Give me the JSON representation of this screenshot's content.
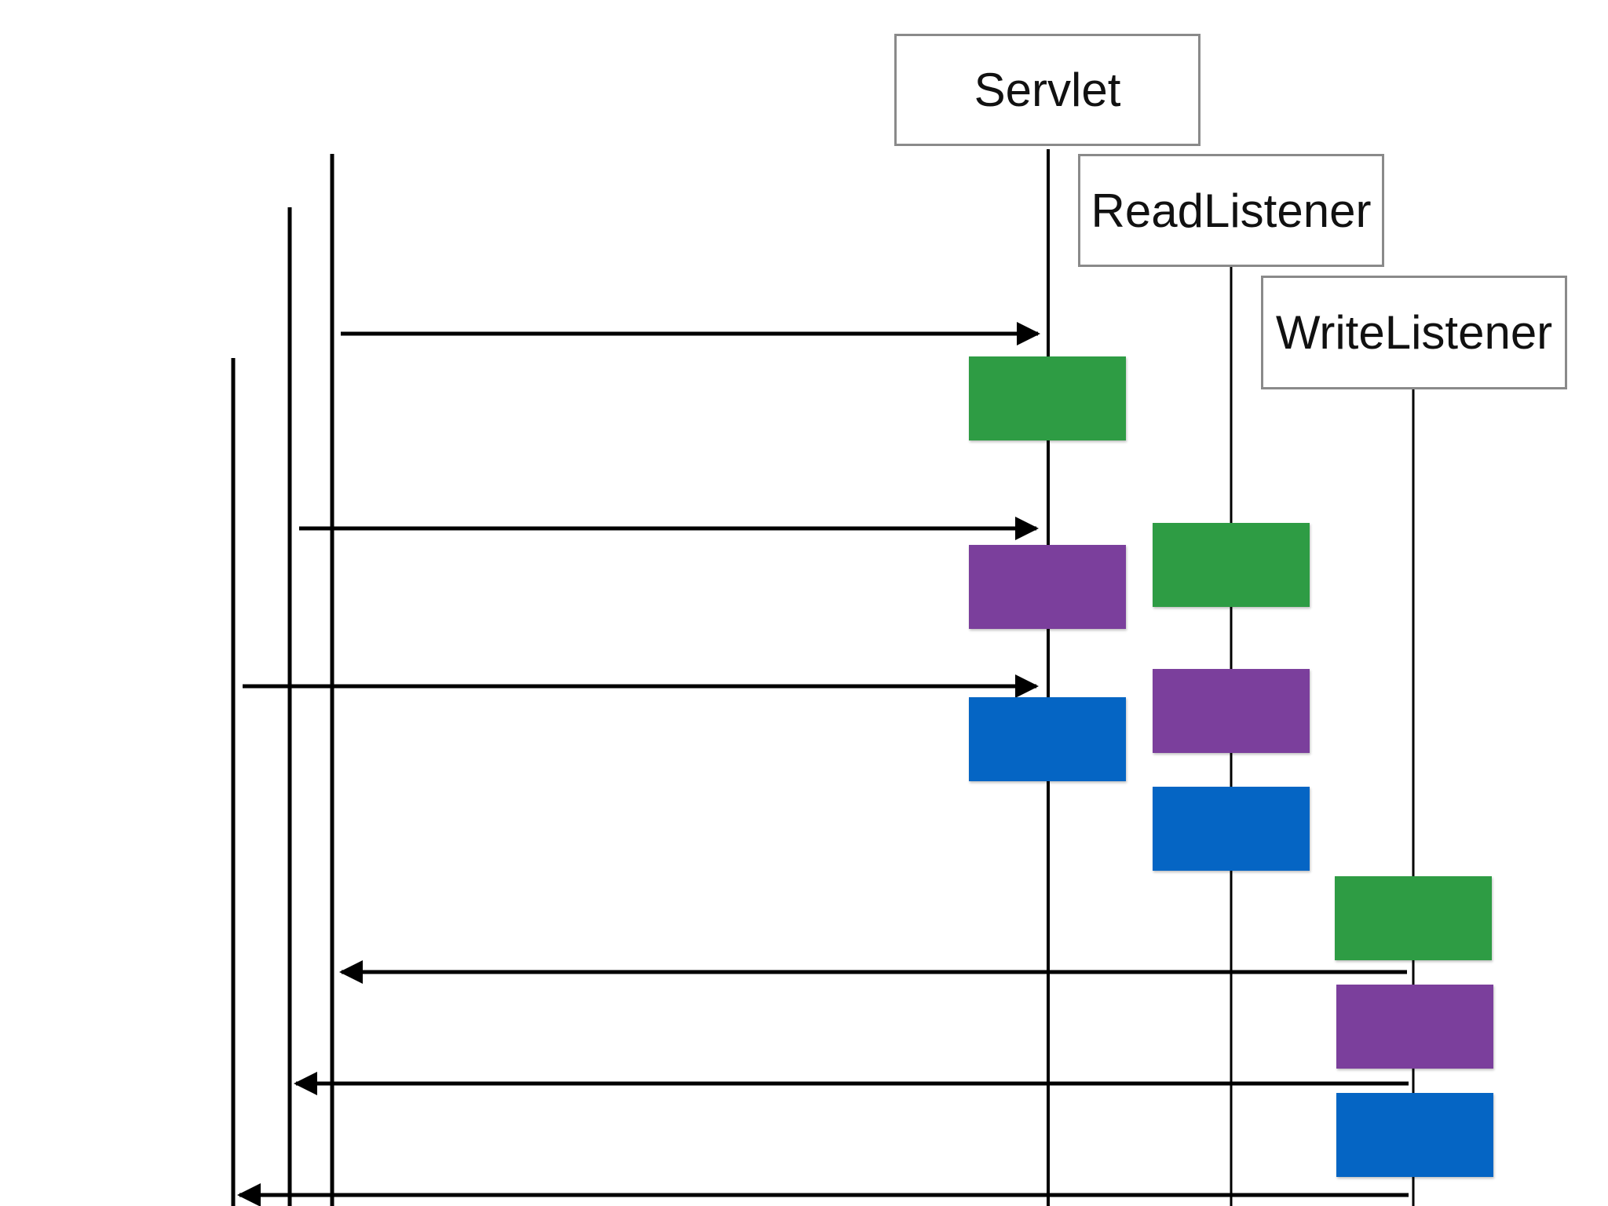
{
  "participants": [
    {
      "id": "servlet",
      "label": "Servlet"
    },
    {
      "id": "read_listener",
      "label": "ReadListener"
    },
    {
      "id": "write_listener",
      "label": "WriteListener"
    }
  ],
  "colors": {
    "green": "#2e9c44",
    "purple": "#7b3f9c",
    "blue": "#0565c4",
    "box_border": "#8a8a8a",
    "line": "#000000"
  },
  "callers": [
    "caller-1",
    "caller-2",
    "caller-3"
  ],
  "request_arrows": [
    {
      "from": "caller-1",
      "to": "servlet"
    },
    {
      "from": "caller-2",
      "to": "servlet"
    },
    {
      "from": "caller-3",
      "to": "servlet"
    }
  ],
  "response_arrows": [
    {
      "from": "write_listener",
      "to": "caller-1"
    },
    {
      "from": "write_listener",
      "to": "caller-2"
    },
    {
      "from": "write_listener",
      "to": "caller-3"
    }
  ],
  "activations": {
    "servlet": [
      "green",
      "purple",
      "blue"
    ],
    "read_listener": [
      "green",
      "purple",
      "blue"
    ],
    "write_listener": [
      "green",
      "purple",
      "blue"
    ]
  }
}
